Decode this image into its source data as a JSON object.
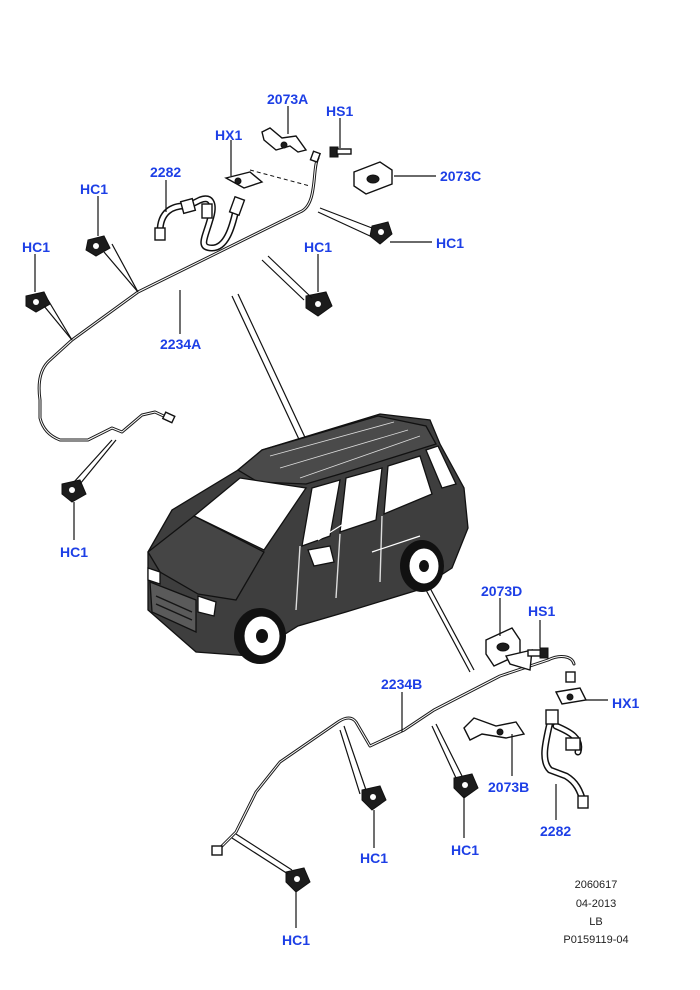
{
  "callouts": {
    "c2073a": "2073A",
    "chs1_top": "HS1",
    "chx1_top": "HX1",
    "c2282_top": "2282",
    "c2073c": "2073C",
    "chc1_a": "HC1",
    "chc1_b": "HC1",
    "chc1_c": "HC1",
    "chc1_d": "HC1",
    "c2234a": "2234A",
    "chc1_e": "HC1",
    "c2073d": "2073D",
    "chs1_bot": "HS1",
    "c2234b": "2234B",
    "chx1_bot": "HX1",
    "c2073b": "2073B",
    "c2282_bot": "2282",
    "chc1_f": "HC1",
    "chc1_g": "HC1",
    "chc1_h": "HC1"
  },
  "reference": {
    "number": "2060617",
    "date": "04-2013",
    "code": "LB",
    "part": "P0159119-04"
  },
  "colors": {
    "callout_text": "#1d3fe6",
    "line_art": "#111111",
    "background": "#ffffff"
  }
}
